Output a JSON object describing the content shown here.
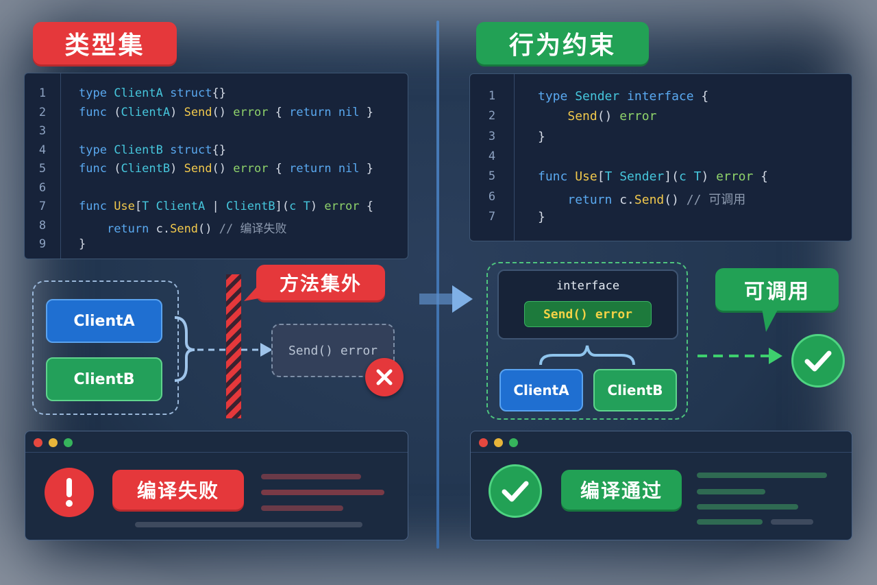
{
  "left": {
    "title": "类型集",
    "code_lines": [
      [
        [
          "kw",
          "type "
        ],
        [
          "ty",
          "ClientA "
        ],
        [
          "kw",
          "struct"
        ],
        [
          "",
          "{}"
        ]
      ],
      [
        [
          "kw",
          "func "
        ],
        [
          "",
          "("
        ],
        [
          "ty",
          "ClientA"
        ],
        [
          "",
          ") "
        ],
        [
          "fn",
          "Send"
        ],
        [
          "",
          "() "
        ],
        [
          "gr",
          "error"
        ],
        [
          "",
          " { "
        ],
        [
          "kw",
          "return "
        ],
        [
          "kw",
          "nil"
        ],
        [
          "",
          " }"
        ]
      ],
      [],
      [
        [
          "kw",
          "type "
        ],
        [
          "ty",
          "ClientB "
        ],
        [
          "kw",
          "struct"
        ],
        [
          "",
          "{}"
        ]
      ],
      [
        [
          "kw",
          "func "
        ],
        [
          "",
          "("
        ],
        [
          "ty",
          "ClientB"
        ],
        [
          "",
          ") "
        ],
        [
          "fn",
          "Send"
        ],
        [
          "",
          "() "
        ],
        [
          "gr",
          "error"
        ],
        [
          "",
          " { "
        ],
        [
          "kw",
          "return "
        ],
        [
          "kw",
          "nil"
        ],
        [
          "",
          " }"
        ]
      ],
      [],
      [
        [
          "kw",
          "func "
        ],
        [
          "fn",
          "Use"
        ],
        [
          "",
          "["
        ],
        [
          "ty",
          "T ClientA"
        ],
        [
          "",
          " | "
        ],
        [
          "ty",
          "ClientB"
        ],
        [
          "",
          "]("
        ],
        [
          "ty",
          "c T"
        ],
        [
          "",
          ") "
        ],
        [
          "gr",
          "error"
        ],
        [
          "",
          " {"
        ]
      ],
      [
        [
          "",
          "    "
        ],
        [
          "kw",
          "return "
        ],
        [
          "",
          "c."
        ],
        [
          "fn",
          "Send"
        ],
        [
          "",
          "() "
        ],
        [
          "cm",
          "// 编译失败"
        ]
      ],
      [
        [
          "",
          "}"
        ]
      ]
    ],
    "line_numbers": [
      "1",
      "2",
      "3",
      "4",
      "5",
      "6",
      "7",
      "8",
      "9"
    ],
    "client_a": "ClientA",
    "client_b": "ClientB",
    "blocked_method": "Send() error",
    "blocked_callout": "方法集外",
    "result_label": "编译失败"
  },
  "right": {
    "title": "行为约束",
    "code_lines": [
      [
        [
          "kw",
          "type "
        ],
        [
          "ty",
          "Sender "
        ],
        [
          "kw",
          "interface"
        ],
        [
          "",
          " {"
        ]
      ],
      [
        [
          "",
          "    "
        ],
        [
          "fn",
          "Send"
        ],
        [
          "",
          "() "
        ],
        [
          "gr",
          "error"
        ]
      ],
      [
        [
          "",
          "}"
        ]
      ],
      [],
      [
        [
          "kw",
          "func "
        ],
        [
          "fn",
          "Use"
        ],
        [
          "",
          "["
        ],
        [
          "ty",
          "T Sender"
        ],
        [
          "",
          "]("
        ],
        [
          "ty",
          "c T"
        ],
        [
          "",
          ") "
        ],
        [
          "gr",
          "error"
        ],
        [
          "",
          " {"
        ]
      ],
      [
        [
          "",
          "    "
        ],
        [
          "kw",
          "return "
        ],
        [
          "",
          "c."
        ],
        [
          "fn",
          "Send"
        ],
        [
          "",
          "() "
        ],
        [
          "cm",
          "// 可调用"
        ]
      ],
      [
        [
          "",
          "}"
        ]
      ]
    ],
    "line_numbers": [
      "1",
      "2",
      "3",
      "4",
      "5",
      "6",
      "7"
    ],
    "interface_label": "interface",
    "interface_method": "Send() error",
    "client_a": "ClientA",
    "client_b": "ClientB",
    "callable_callout": "可调用",
    "result_label": "编译通过"
  },
  "colors": {
    "error_red": "#e5383b",
    "success_green": "#22a155",
    "client_blue": "#1f6fd1"
  }
}
